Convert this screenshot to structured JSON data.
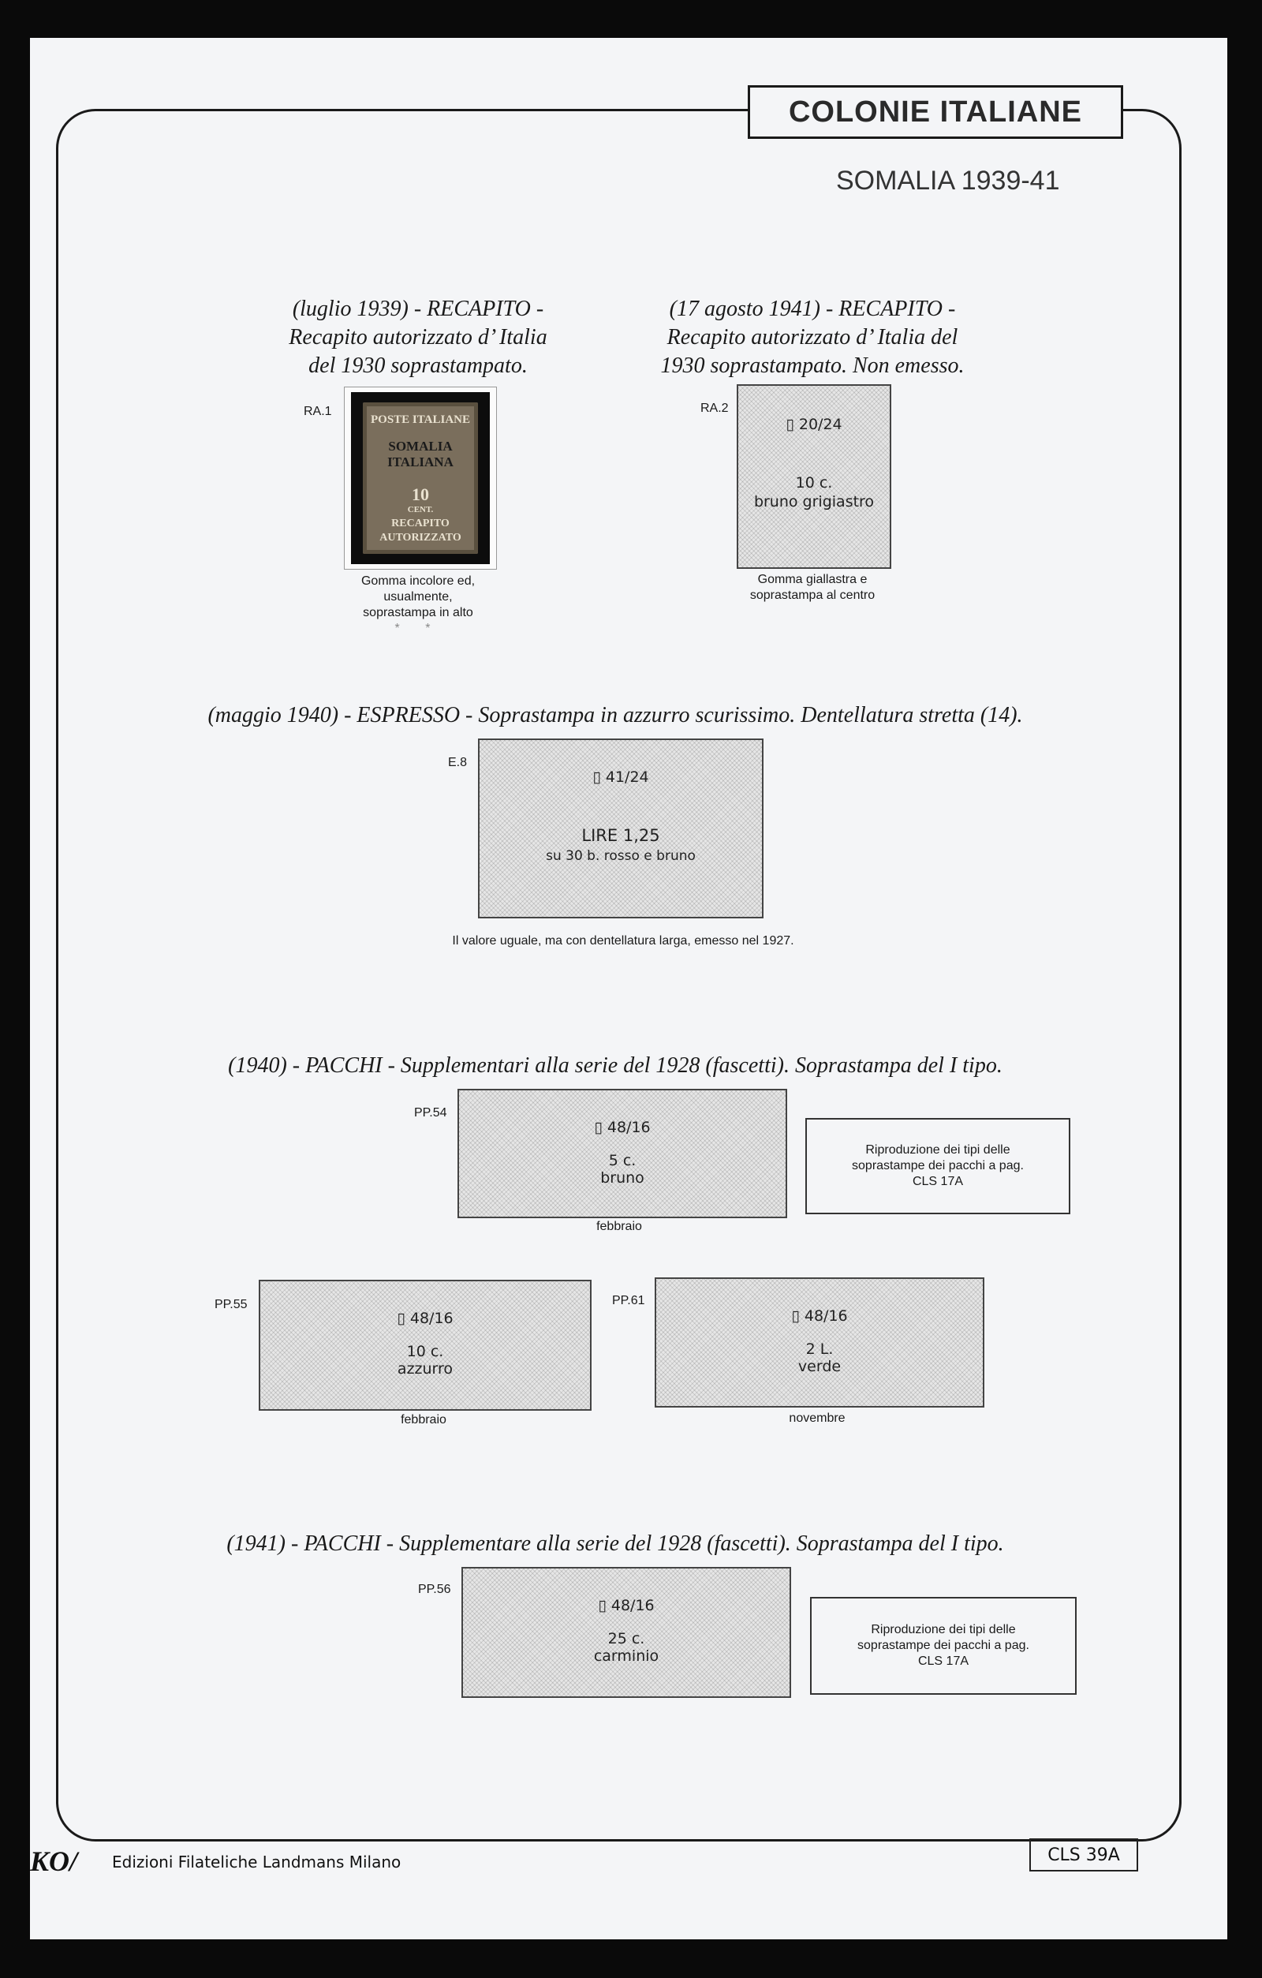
{
  "header": {
    "title": "COLONIE ITALIANE",
    "subtitle": "SOMALIA 1939-41"
  },
  "sections": {
    "recapito_1939": {
      "heading": [
        "(luglio 1939) - RECAPITO -",
        "Recapito autorizzato d’ Italia",
        "del 1930 soprastampato."
      ],
      "code": "RA.1",
      "stamp": {
        "top_text": "POSTE ITALIANE",
        "overprint_1": "SOMALIA",
        "overprint_2": "ITALIANA",
        "value": "10",
        "cent": "CENT.",
        "bottom_1": "RECAPITO",
        "bottom_2": "AUTORIZZATO"
      },
      "note": [
        "Gomma incolore ed,",
        "usualmente,",
        "soprastampa in alto"
      ],
      "stars": "* *"
    },
    "recapito_1941": {
      "heading": [
        "(17 agosto 1941) - RECAPITO -",
        "Recapito autorizzato d’ Italia del",
        "1930 soprastampato. Non emesso."
      ],
      "code": "RA.2",
      "ref": "▯ 20/24",
      "value_1": "10 c.",
      "value_2": "bruno grigiastro",
      "note": [
        "Gomma giallastra e",
        "soprastampa al centro"
      ]
    },
    "espresso_1940": {
      "heading": "(maggio 1940) - ESPRESSO - Soprastampa in azzurro scurissimo. Dentellatura stretta (14).",
      "code": "E.8",
      "ref": "▯ 41/24",
      "value_1": "LIRE 1,25",
      "value_2": "su 30 b. rosso e bruno",
      "note": "Il valore uguale, ma con dentellatura larga, emesso nel 1927."
    },
    "pacchi_1940": {
      "heading": "(1940) - PACCHI - Supplementari alla serie del 1928 (fascetti). Soprastampa del I tipo.",
      "items": [
        {
          "code": "PP.54",
          "ref": "▯ 48/16",
          "value_1": "5 c.",
          "value_2": "bruno",
          "month": "febbraio"
        },
        {
          "code": "PP.55",
          "ref": "▯ 48/16",
          "value_1": "10 c.",
          "value_2": "azzurro",
          "month": "febbraio"
        },
        {
          "code": "PP.61",
          "ref": "▯ 48/16",
          "value_1": "2 L.",
          "value_2": "verde",
          "month": "novembre"
        }
      ],
      "info": [
        "Riproduzione dei tipi delle",
        "soprastampe dei pacchi a pag.",
        "CLS 17A"
      ]
    },
    "pacchi_1941": {
      "heading": "(1941) - PACCHI - Supplementare alla serie del 1928 (fascetti). Soprastampa del I tipo.",
      "code": "PP.56",
      "ref": "▯ 48/16",
      "value_1": "25 c.",
      "value_2": "carminio",
      "info": [
        "Riproduzione dei tipi delle",
        "soprastampe dei pacchi a pag.",
        "CLS 17A"
      ]
    }
  },
  "footer": {
    "logo": "KO/",
    "publisher": "Edizioni Filateliche Landmans Milano",
    "page_code": "CLS 39A"
  }
}
